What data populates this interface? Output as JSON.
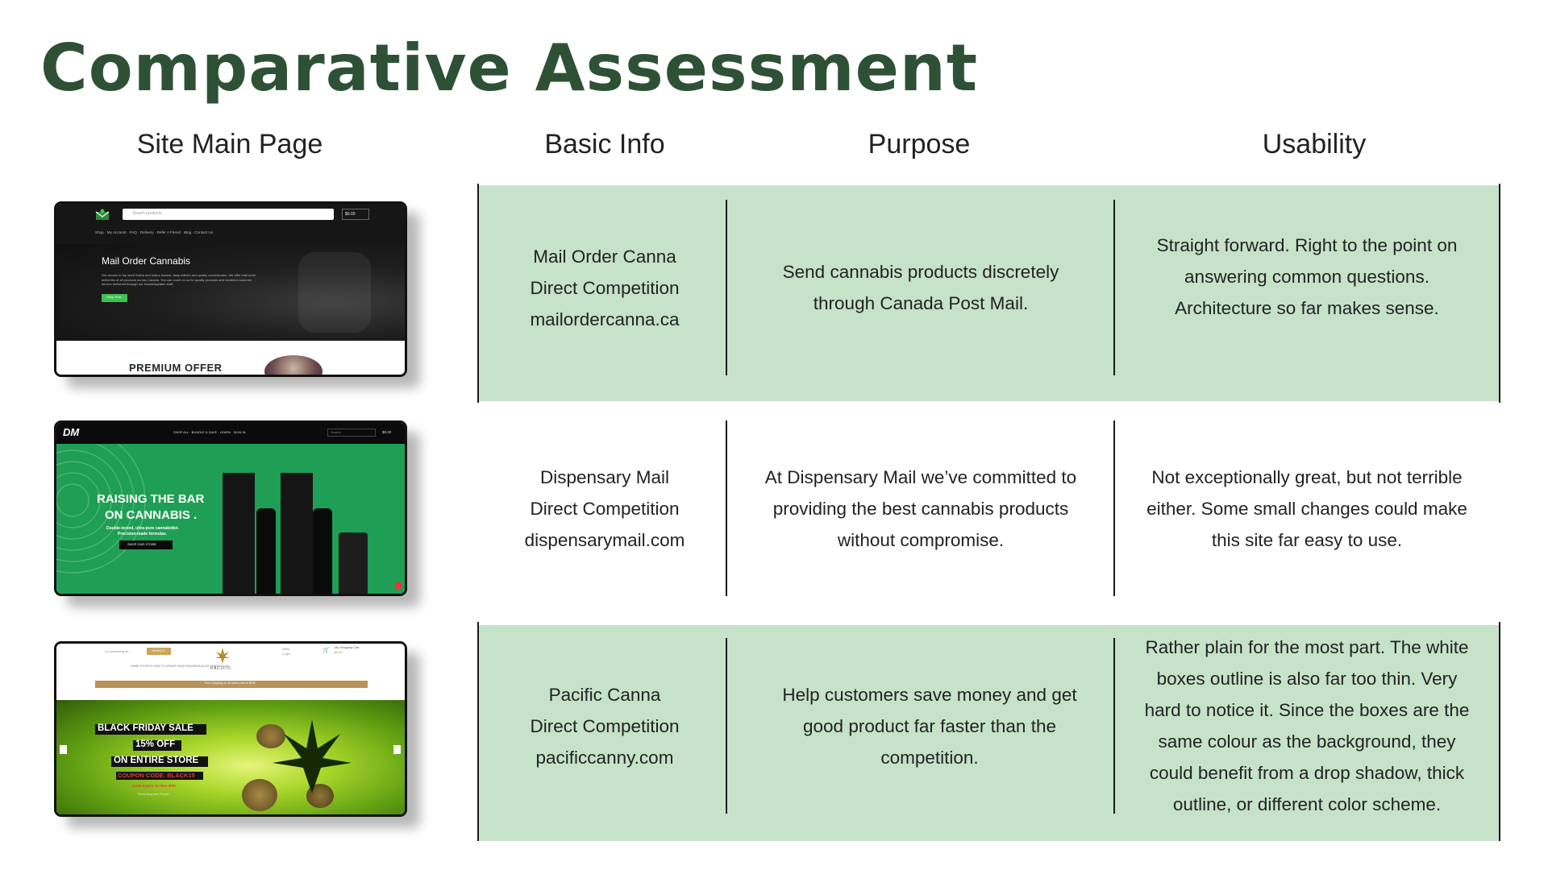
{
  "title": "Comparative Assessment",
  "headers": {
    "site": "Site Main Page",
    "basic": "Basic Info",
    "purpose": "Purpose",
    "usability": "Usability"
  },
  "rows": [
    {
      "basic": [
        "Mail Order Canna",
        "Direct Competition",
        "mailordercanna.ca"
      ],
      "purpose": [
        "Send cannabis products discretely",
        "through Canada Post Mail."
      ],
      "usability": [
        "Straight forward. Right to the point on",
        "answering common questions.",
        "Architecture so far makes sense."
      ],
      "thumb": {
        "search_placeholder": "Search products...",
        "cart": "$0.00",
        "nav": "Shop  ·  My Account  ·  FAQ  ·  Delivery  ·  Refer A Friend  ·  Blog  ·  Contact Us",
        "hero_title": "Mail Order Cannabis",
        "hero_text": "Get access to top shelf Sativa and Indica flowers, tasty edibles and quality concentrates. We offer mail order deliveries of all products across Canada. You can count on us for quality products and excellent customer service delivered through our knowledgeable staff.",
        "button": "Shop Now",
        "offer": "PREMIUM OFFER"
      }
    },
    {
      "basic": [
        "Dispensary Mail",
        "Direct Competition",
        "dispensarymail.com"
      ],
      "purpose": [
        "At Dispensary Mail we’ve committed to",
        "providing the best cannabis products",
        "without compromise."
      ],
      "usability": [
        "Not exceptionally great, but not terrible",
        "either. Some small changes could make",
        "this site far easy to use."
      ],
      "thumb": {
        "logo": "DM",
        "nav": "SHOP ALL ·  BUNDLE & SAVE  ·  LEARN  ·  SIGN IN",
        "search": "Search",
        "cart": "$0.00",
        "headline_1": "RAISING THE BAR",
        "headline_2": "ON CANNABIS .",
        "sub_1": "Double-tested, ultra-pure cannabidiol.",
        "sub_2": "Precision-made formulas.",
        "button": "SHOP OUR STORE"
      }
    },
    {
      "basic": [
        "Pacific Canna",
        "Direct Competition",
        "pacificcanny.com"
      ],
      "purpose": [
        "Help customers save money and get",
        "good product far faster than the",
        "competition."
      ],
      "usability": [
        "Rather plain for the most part. The white",
        "boxes outline is also far too thin. Very",
        "hard to notice it. Since the boxes are the",
        "same colour as the background, they",
        "could benefit from a drop shadow, thick",
        "outline, or different color scheme."
      ],
      "thumb": {
        "search_placeholder": "I'm searching for...",
        "search_button": "SEARCH",
        "brand": "PACIFIC",
        "hello": "Hello",
        "login": "Login",
        "cart_label": "My Shopping Cart",
        "cart": "$0.00",
        "nav": "HOME   STORE ▾   HOW TO ORDER   FAQS   REWARDS   BLOG   CONTACT US",
        "shipping": "Free Shipping on all orders above $150",
        "line_1": "BLACK FRIDAY SALE",
        "line_2": "15% OFF",
        "line_3": "ON ENTIRE STORE",
        "coupon": "COUPON CODE: BLACK15",
        "expiry": "Code Expire On Nov 30th",
        "excl": "*Excluding Ash Flower"
      }
    }
  ]
}
